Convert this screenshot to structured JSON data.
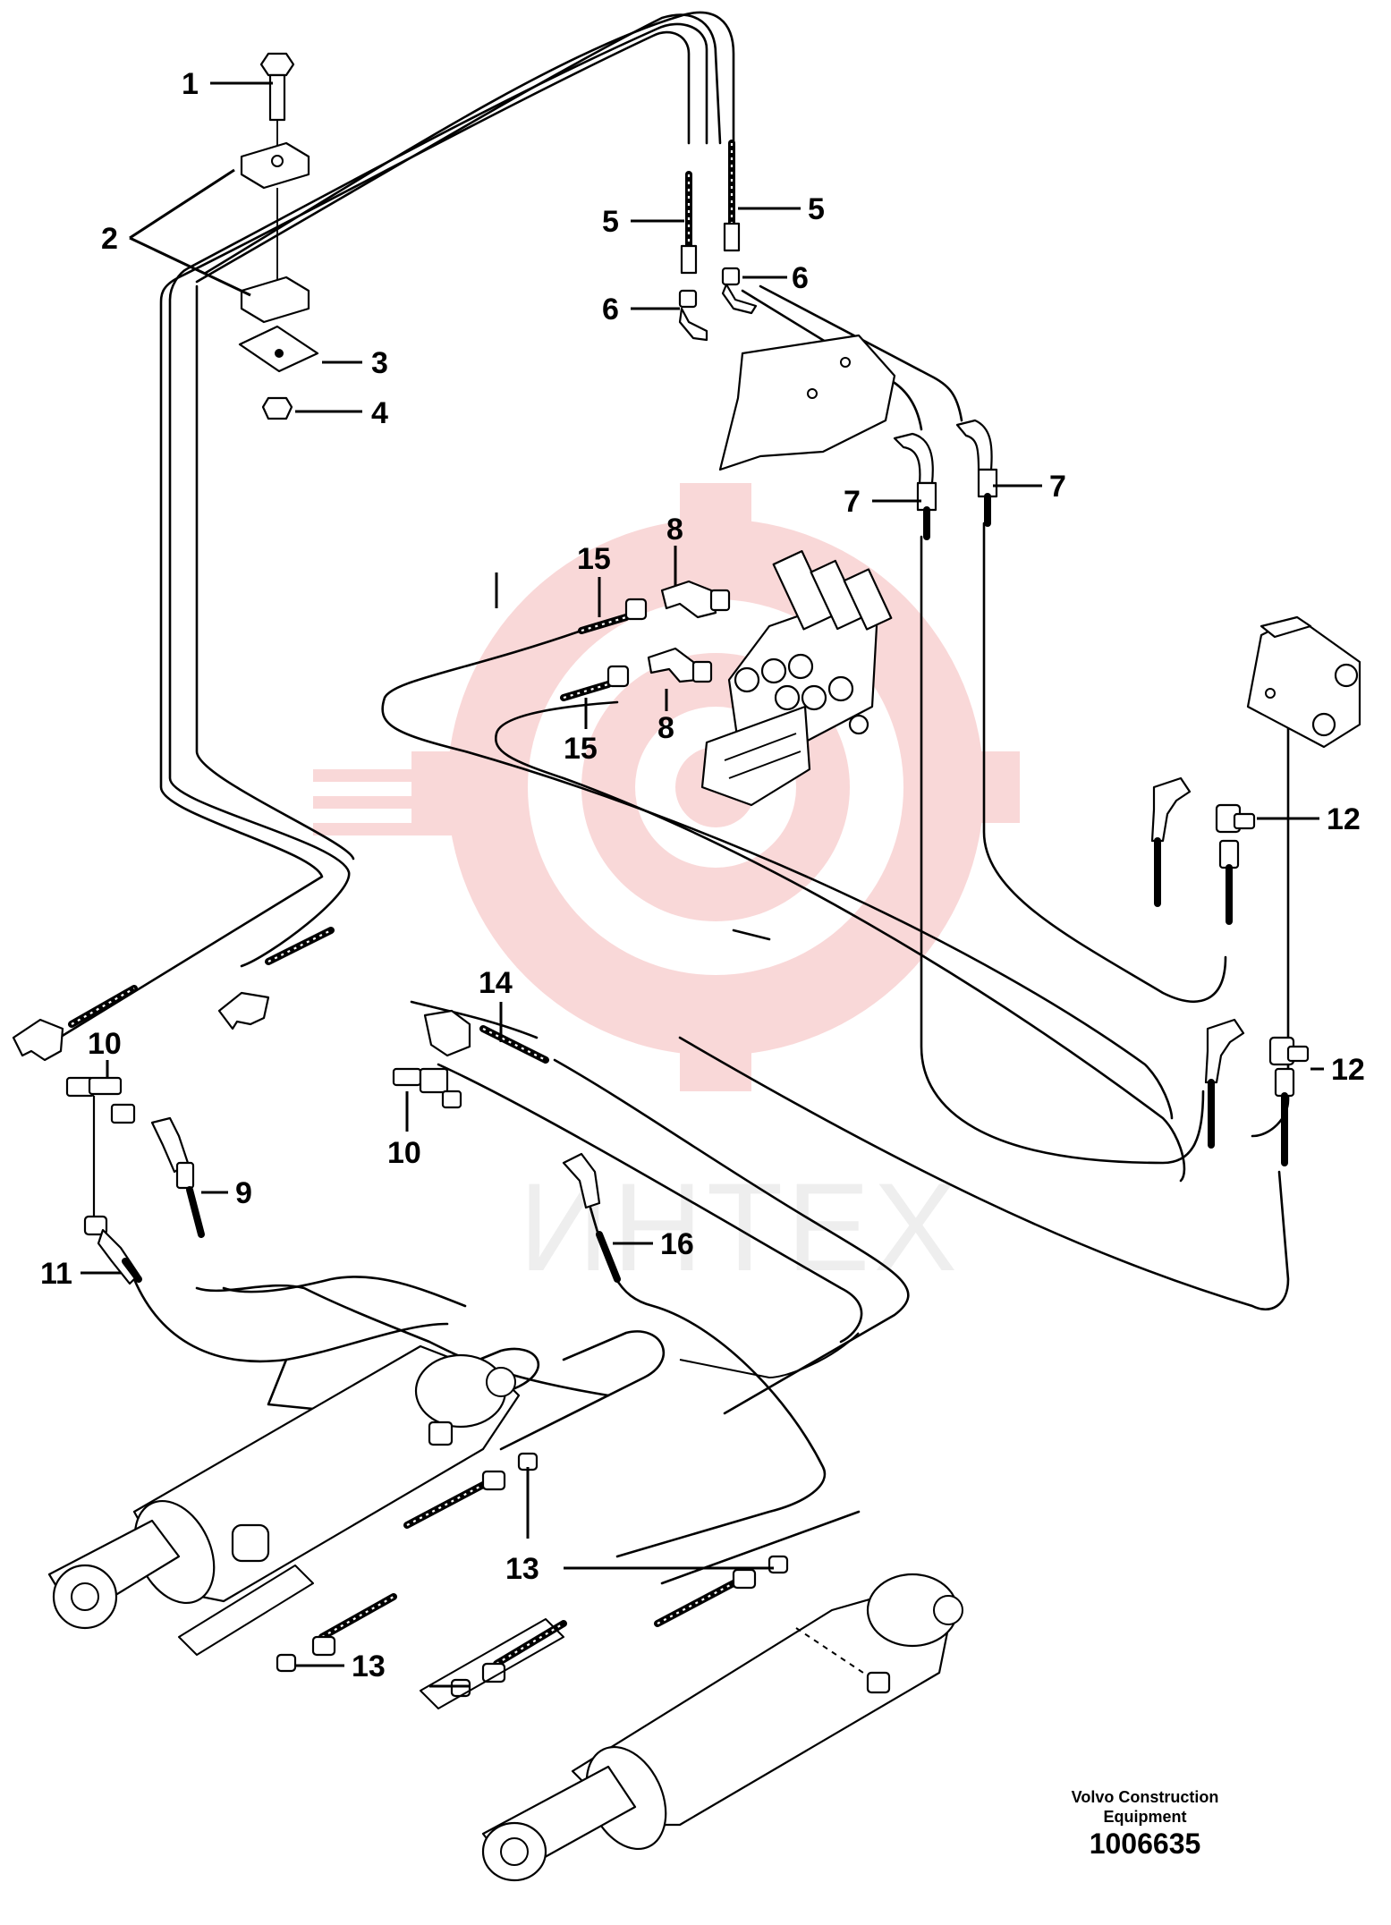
{
  "diagram": {
    "callouts": [
      {
        "id": "1",
        "label": "1"
      },
      {
        "id": "2",
        "label": "2"
      },
      {
        "id": "3",
        "label": "3"
      },
      {
        "id": "4",
        "label": "4"
      },
      {
        "id": "5a",
        "label": "5"
      },
      {
        "id": "5b",
        "label": "5"
      },
      {
        "id": "6a",
        "label": "6"
      },
      {
        "id": "6b",
        "label": "6"
      },
      {
        "id": "7a",
        "label": "7"
      },
      {
        "id": "7b",
        "label": "7"
      },
      {
        "id": "8a",
        "label": "8"
      },
      {
        "id": "8b",
        "label": "8"
      },
      {
        "id": "9",
        "label": "9"
      },
      {
        "id": "10a",
        "label": "10"
      },
      {
        "id": "10b",
        "label": "10"
      },
      {
        "id": "11",
        "label": "11"
      },
      {
        "id": "12a",
        "label": "12"
      },
      {
        "id": "12b",
        "label": "12"
      },
      {
        "id": "13a",
        "label": "13"
      },
      {
        "id": "13b",
        "label": "13"
      },
      {
        "id": "13c",
        "label": "13"
      },
      {
        "id": "14",
        "label": "14"
      },
      {
        "id": "15a",
        "label": "15"
      },
      {
        "id": "15b",
        "label": "15"
      },
      {
        "id": "16",
        "label": "16"
      }
    ],
    "watermark_text": "ИНТЕХ",
    "watermark_color": "#f7d2d2"
  },
  "footer": {
    "company_line1": "Volvo Construction",
    "company_line2": "Equipment",
    "drawing_number": "1006635"
  }
}
